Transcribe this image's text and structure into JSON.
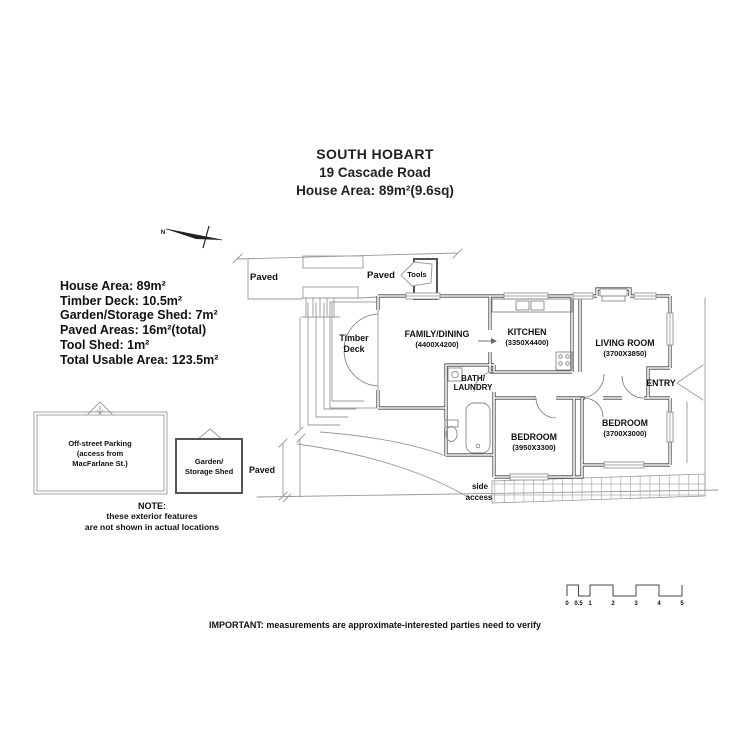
{
  "colors": {
    "background": "#ffffff",
    "ink": "#1a1a1a",
    "wall_line": "#3d3d3d",
    "site_line": "#999999"
  },
  "title": {
    "suburb": "SOUTH HOBART",
    "address": "19 Cascade Road",
    "house_area": "House Area: 89m²(9.6sq)"
  },
  "summary": {
    "lines": [
      "House Area: 89m²",
      "Timber Deck: 10.5m²",
      "Garden/Storage Shed: 7m²",
      "Paved Areas: 16m²(total)",
      "Tool Shed: 1m²",
      "Total Usable Area: 123.5m²"
    ]
  },
  "compass": {
    "north": "N"
  },
  "plan": {
    "paved_upper_left": "Paved",
    "paved_upper_right": "Paved",
    "tools_shed": "Tools",
    "timber_deck": {
      "line1": "Timber",
      "line2": "Deck"
    },
    "family_dining": {
      "name": "FAMILY/DINING",
      "dims": "(4400X4200)"
    },
    "kitchen": {
      "name": "KITCHEN",
      "dims": "(3350X4400)"
    },
    "living_room": {
      "name": "LIVING ROOM",
      "dims": "(3700X3850)"
    },
    "bath_laundry": {
      "line1": "BATH/",
      "line2": "LAUNDRY"
    },
    "bedroom_rear": {
      "name": "BEDROOM",
      "dims": "(3950X3300)"
    },
    "bedroom_front": {
      "name": "BEDROOM",
      "dims": "(3700X3000)"
    },
    "entry": "ENTRY",
    "side_access": {
      "line1": "side",
      "line2": "access"
    }
  },
  "exterior_features": {
    "parking": {
      "line1": "Off-street Parking",
      "line2": "(access from",
      "line3": "MacFarlane St.)"
    },
    "garden_shed": {
      "line1": "Garden/",
      "line2": "Storage Shed"
    },
    "paved": "Paved",
    "note": {
      "title": "NOTE:",
      "line1": "these exterior features",
      "line2": "are not shown in actual locations"
    }
  },
  "scale_bar": {
    "ticks": [
      "0",
      "0.5",
      "1",
      "2",
      "3",
      "4",
      "5"
    ]
  },
  "disclaimer": "IMPORTANT: measurements are approximate-interested parties need to verify"
}
